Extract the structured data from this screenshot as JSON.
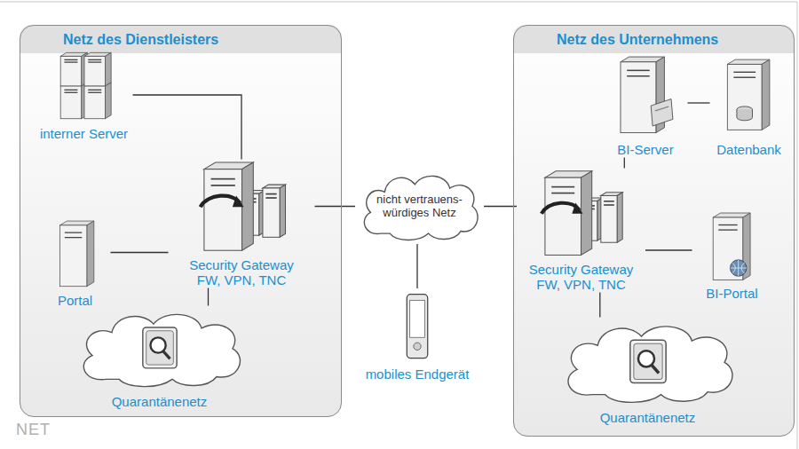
{
  "diagram": {
    "nodes": [
      {
        "text": [
          "Netz des Dienstleisters"
        ]
      },
      {
        "text": [
          "interner Server"
        ],
        "in": 0
      },
      {
        "text": [
          "Portal"
        ],
        "in": 0
      },
      {
        "text": [
          "Security Gateway FW, VPN, TNC"
        ],
        "in": 0
      },
      {
        "text": [
          "Quarantänenetz"
        ],
        "in": 0
      },
      {
        "text": [
          "nicht vertrauens- würdiges Netz"
        ]
      },
      {
        "text": [
          "mobiles Endgerät"
        ]
      },
      {
        "text": [
          "Netz des Unternehmens"
        ]
      },
      {
        "text": [
          "BI-Server"
        ],
        "in": 7
      },
      {
        "text": [
          "Datenbank"
        ],
        "in": 7
      },
      {
        "text": [
          "Security Gateway FW, VPN, TNC"
        ],
        "in": 7
      },
      {
        "text": [
          "BI-Portal"
        ],
        "in": 7
      },
      {
        "text": [
          "Quarantänenetz"
        ],
        "in": 7
      }
    ],
    "edges": [
      {
        "from": 1,
        "to": 3,
        "arrow": "none"
      },
      {
        "from": 2,
        "to": 3,
        "arrow": "none"
      },
      {
        "from": 3,
        "to": 4,
        "arrow": "none"
      },
      {
        "from": 3,
        "to": 5,
        "arrow": "none"
      },
      {
        "from": 5,
        "to": 6,
        "arrow": "none"
      },
      {
        "from": 5,
        "to": 10,
        "arrow": "none"
      },
      {
        "from": 10,
        "to": 8,
        "arrow": "none"
      },
      {
        "from": 8,
        "to": 9,
        "arrow": "none"
      },
      {
        "from": 10,
        "to": 11,
        "arrow": "none"
      },
      {
        "from": 10,
        "to": 12,
        "arrow": "none"
      }
    ],
    "labels": [
      "NET"
    ]
  }
}
